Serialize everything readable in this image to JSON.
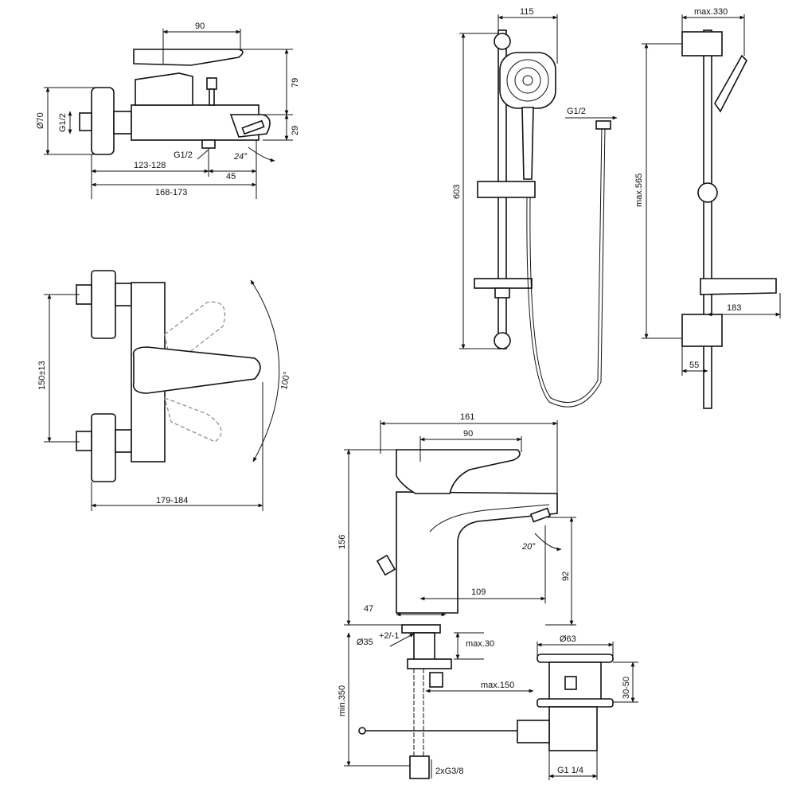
{
  "bath_mixer_side": {
    "dim_top": "90",
    "dim_height": "79",
    "dim_diameter": "Ø70",
    "dim_inlet": "G1/2",
    "dim_spout_height": "29",
    "dim_outlet": "G1/2",
    "dim_angle": "24°",
    "dim_inner": "123-128",
    "dim_spout": "45",
    "dim_overall": "168-173"
  },
  "bath_mixer_top": {
    "dim_centers": "150±13",
    "dim_rotation": "100°",
    "dim_overall": "179-184"
  },
  "shower_set": {
    "dim_head_width": "115",
    "dim_bar_length": "603",
    "dim_hose_thread": "G1/2",
    "dim_max_width": "max.330",
    "dim_max_height": "max.565",
    "dim_shelf": "183",
    "dim_bracket": "55"
  },
  "basin_mixer": {
    "dim_overall_width": "161",
    "dim_lever": "90",
    "dim_height": "156",
    "dim_angle": "20°",
    "dim_spout_height": "92",
    "dim_reach": "109",
    "dim_base": "47",
    "dim_hole": "Ø35",
    "dim_hole_tol": "+2/-1",
    "dim_deck": "max.30",
    "dim_rod": "max.150",
    "dim_min_hose": "min.350",
    "dim_hose_thread": "2xG3/8"
  },
  "waste": {
    "dim_diameter": "Ø63",
    "dim_height": "30-50",
    "dim_thread": "G1 1/4"
  }
}
